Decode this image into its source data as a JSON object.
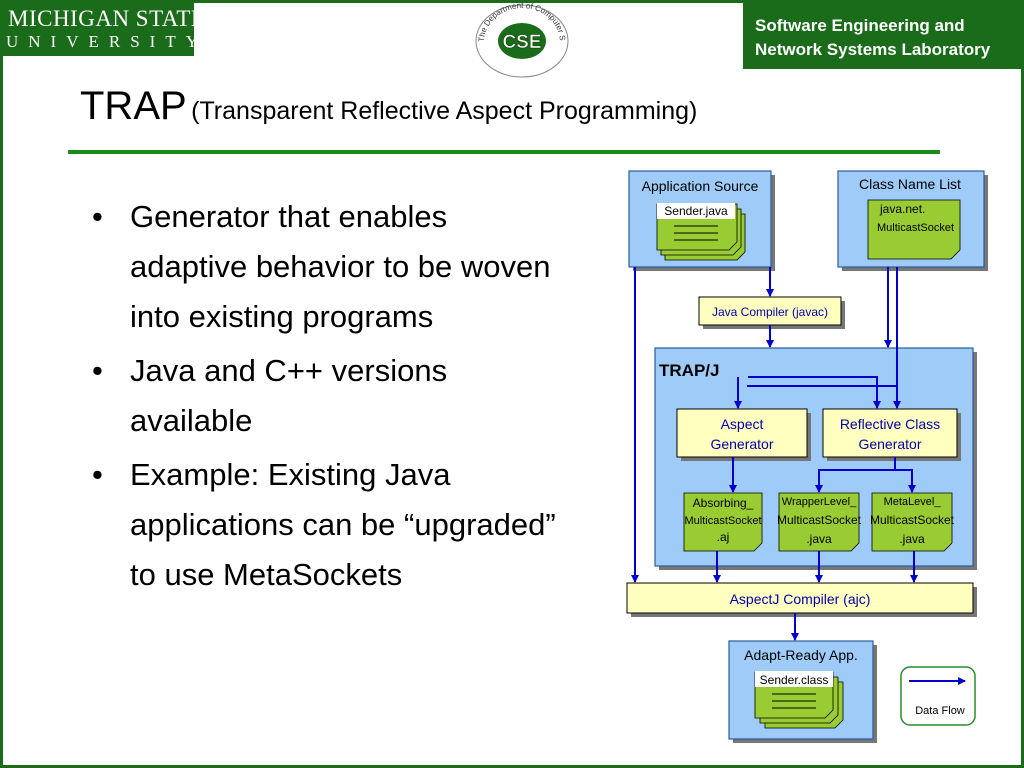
{
  "header": {
    "university_line1": "MICHIGAN STATE",
    "university_line2": "UNIVERSITY",
    "seal_center": "CSE",
    "seal_text": "The Department of Computer Science and Engineering",
    "lab_line1": "Software Engineering and",
    "lab_line2": "Network Systems Laboratory"
  },
  "slide": {
    "title_main": "TRAP",
    "title_sub": "(Transparent Reflective Aspect Programming)",
    "bullets": [
      "Generator that enables adaptive behavior to be woven into existing programs",
      "Java and C++ versions available",
      "Example: Existing Java applications can be “upgraded” to use MetaSockets"
    ]
  },
  "diagram": {
    "app_source": {
      "title": "Application Source",
      "file": "Sender.java"
    },
    "class_list": {
      "title": "Class Name List",
      "line1": "java.net.",
      "line2": "MulticastSocket"
    },
    "javac": "Java Compiler (javac)",
    "trapj": "TRAP/J",
    "aspect_gen": {
      "line1": "Aspect",
      "line2": "Generator"
    },
    "reflective_gen": {
      "line1": "Reflective Class",
      "line2": "Generator"
    },
    "out_absorbing": {
      "line1": "Absorbing_",
      "line2": "MulticastSocket",
      "line3": ".aj"
    },
    "out_wrapper": {
      "line1": "WrapperLevel_",
      "line2": "MulticastSocket",
      "line3": ".java"
    },
    "out_meta": {
      "line1": "MetaLevel_",
      "line2": "MulticastSocket",
      "line3": ".java"
    },
    "ajc": "AspectJ Compiler (ajc)",
    "adapt_app": {
      "title": "Adapt-Ready App.",
      "file": "Sender.class"
    },
    "legend": "Data Flow"
  },
  "colors": {
    "msu_green": "#1a6b1a",
    "rule_green": "#1a8a1a",
    "panel_blue": "#9ecbf7",
    "file_green": "#99cc33",
    "box_yellow": "#ffffc0",
    "arrow_blue": "#0000cc"
  }
}
